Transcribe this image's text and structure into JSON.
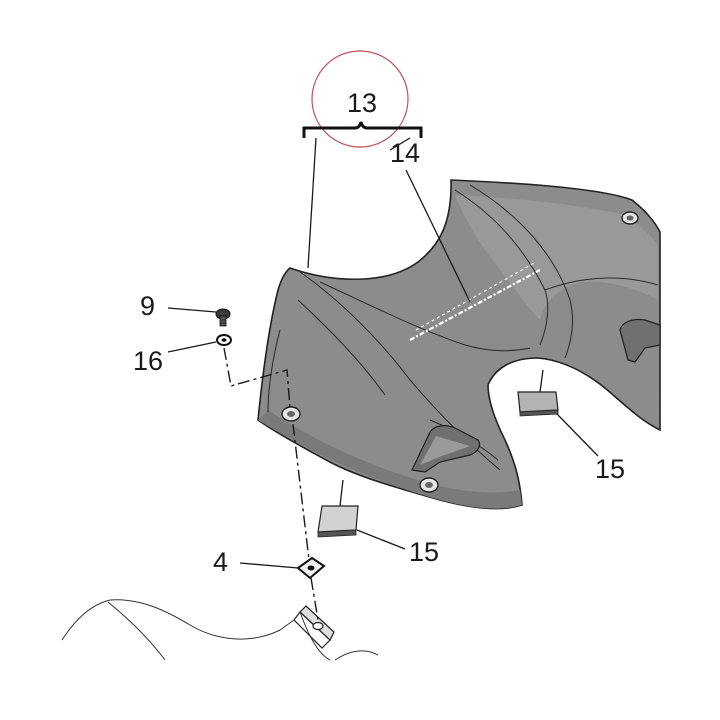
{
  "diagram": {
    "labels": {
      "assembly": "13",
      "decal": "14",
      "pad_right": "15",
      "pad_left": "15",
      "screw": "9",
      "washer": "16",
      "clip_nut": "4"
    },
    "colors": {
      "panel_fill": "#8c8c8c",
      "panel_edge": "#222222",
      "pad_fill": "#b3b3b3",
      "highlight_circle": "#c4505a",
      "line": "#1a1a1a"
    },
    "part_icons": {
      "screw": "screw-icon",
      "washer": "washer-icon",
      "clip_nut": "clip-nut-icon",
      "pad": "adhesive-pad-icon"
    }
  }
}
